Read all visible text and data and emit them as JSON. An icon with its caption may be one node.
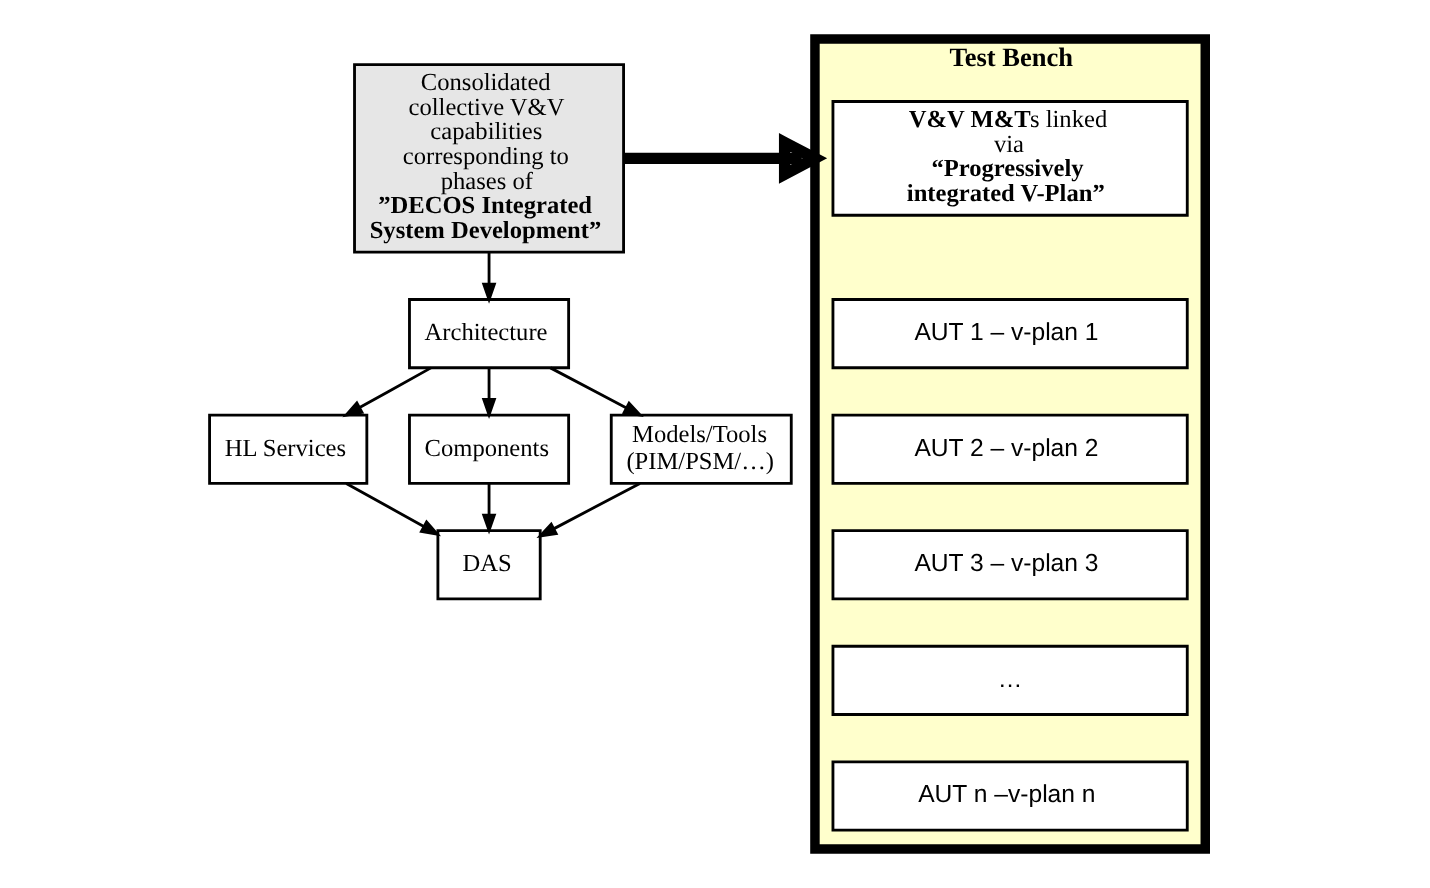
{
  "diagram": {
    "nodes": [
      {
        "text": [
          "Consolidated collective V&V capabilities corresponding to phases of",
          "”DECOS Integrated System Development”"
        ]
      },
      {
        "text": [
          "Test Bench"
        ]
      },
      {
        "text": [
          "**V&V M&T**s linked via",
          "“Progressively integrated V-Plan”"
        ],
        "in": 1
      },
      {
        "text": [
          "AUT 1 – v-plan 1"
        ],
        "in": 1
      },
      {
        "text": [
          "AUT 2 – v-plan 2"
        ],
        "in": 1
      },
      {
        "text": [
          "AUT 3 – v-plan 3"
        ],
        "in": 1
      },
      {
        "text": [
          "…"
        ],
        "in": 1
      },
      {
        "text": [
          "AUT n –v-plan n"
        ],
        "in": 1
      },
      {
        "text": [
          "Architecture"
        ]
      },
      {
        "text": [
          "HL Services"
        ]
      },
      {
        "text": [
          "Components"
        ]
      },
      {
        "text": [
          "Models/Tools (PIM/PSM/…)"
        ]
      },
      {
        "text": [
          "DAS"
        ]
      }
    ],
    "edges": [
      {
        "from": 0,
        "to": 1,
        "arrow": "to",
        "style": "thick"
      },
      {
        "from": 0,
        "to": 8,
        "arrow": "to"
      },
      {
        "from": 8,
        "to": 9,
        "arrow": "to"
      },
      {
        "from": 8,
        "to": 11,
        "arrow": "to"
      },
      {
        "from": 8,
        "to": 10,
        "arrow": "to"
      },
      {
        "from": 9,
        "to": 12,
        "arrow": "to"
      },
      {
        "from": 11,
        "to": 12,
        "arrow": "to"
      },
      {
        "from": 10,
        "to": 12,
        "arrow": "to"
      }
    ]
  }
}
